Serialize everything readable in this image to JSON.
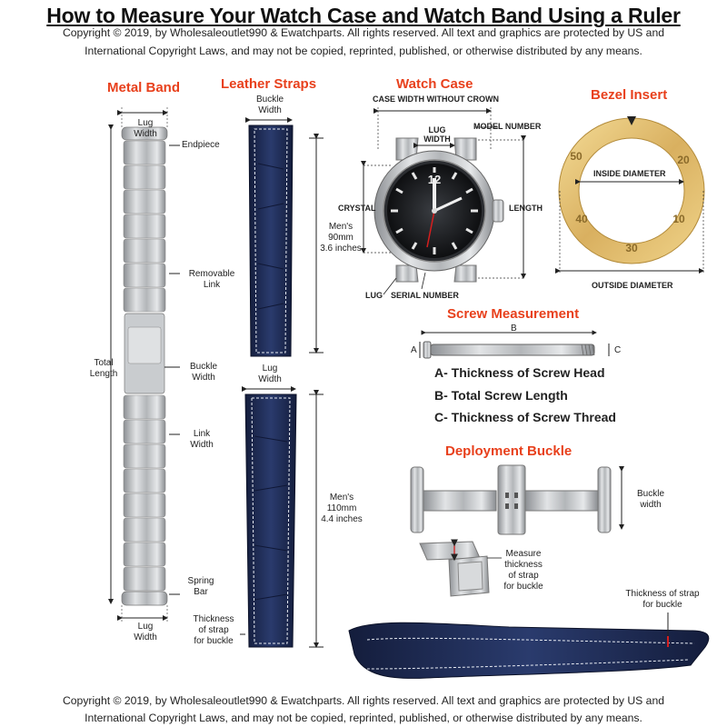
{
  "title": "How to Measure Your Watch Case and Watch Band Using a Ruler",
  "copyright_line1": "Copyright  © 2019, by Wholesaleoutlet990 & Ewatchparts. All rights reserved. All text and graphics are protected by US and",
  "copyright_line2": "International Copyright Laws, and may not be copied, reprinted, published, or otherwise distributed by any  means.",
  "sections": {
    "metal_band": "Metal Band",
    "leather_straps": "Leather Straps",
    "watch_case": "Watch Case",
    "bezel_insert": "Bezel Insert",
    "screw_measurement": "Screw Measurement",
    "deployment_buckle": "Deployment Buckle"
  },
  "metal_band_labels": {
    "lug_width_top": "Lug\nWidth",
    "endpiece": "Endpiece",
    "removable_link": "Removable\nLink",
    "total_length": "Total\nLength",
    "buckle_width": "Buckle\nWidth",
    "link_width": "Link\nWidth",
    "spring_bar": "Spring\nBar",
    "lug_width_bottom": "Lug\nWidth"
  },
  "leather_labels": {
    "buckle_width": "Buckle\nWidth",
    "mens_90": "Men's\n90mm\n3.6 inches",
    "lug_width": "Lug\nWidth",
    "mens_110": "Men's\n110mm\n4.4 inches",
    "thickness": "Thickness\nof strap\nfor buckle"
  },
  "watch_case_labels": {
    "case_width": "CASE WIDTH WITHOUT CROWN",
    "lug_width": "LUG\nWIDTH",
    "model_number": "MODEL NUMBER",
    "crystal": "CRYSTAL",
    "length": "LENGTH",
    "lug": "LUG",
    "serial_number": "SERIAL NUMBER",
    "dial_numeral": "12"
  },
  "bezel_labels": {
    "inside_diameter": "INSIDE DIAMETER",
    "outside_diameter": "OUTSIDE DIAMETER",
    "numerals": [
      "10",
      "20",
      "30",
      "40",
      "50"
    ]
  },
  "screw": {
    "b": "B",
    "a": "A",
    "c": "C",
    "items": [
      "A- Thickness of Screw Head",
      "B- Total Screw Length",
      "C- Thickness of Screw Thread"
    ]
  },
  "deployment_labels": {
    "buckle_width": "Buckle\nwidth",
    "measure_thickness": "Measure\nthickness\nof strap\nfor buckle",
    "thickness_strap": "Thickness of strap\nfor buckle"
  },
  "colors": {
    "accent": "#e8401c",
    "leather": "#1f2d55",
    "steel": "#b9bcbf",
    "gold": "#e2c47a"
  }
}
